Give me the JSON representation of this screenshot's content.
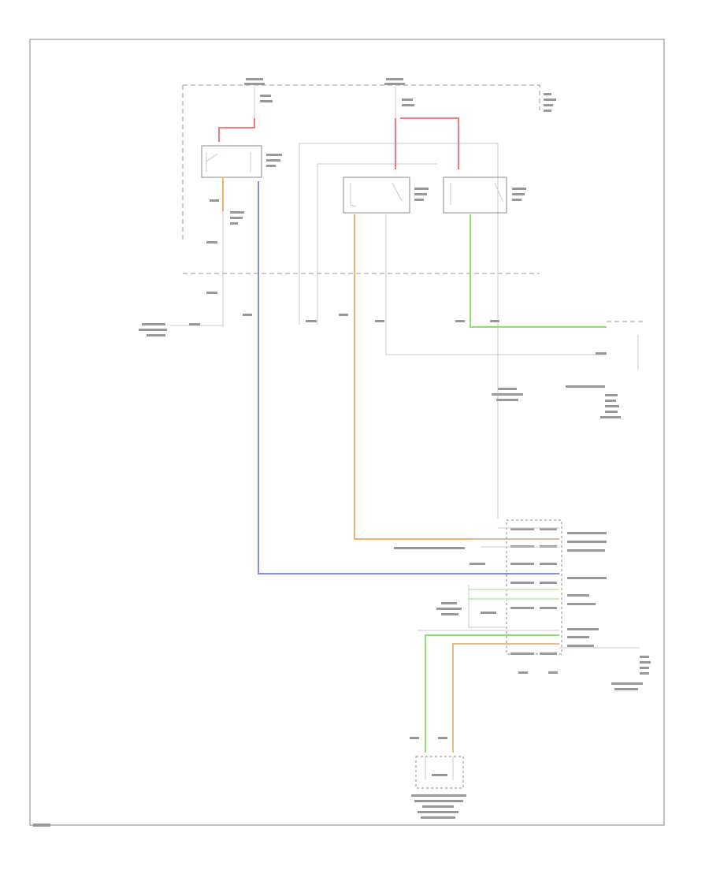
{
  "diagram": {
    "footer_code": "",
    "colors": {
      "red": "#f27a7a",
      "blue": "#8888ee",
      "orange": "#f5b070",
      "green": "#90e070",
      "tan": "#e0c080",
      "gray": "#c8c8c8"
    },
    "icons": [
      "ground-symbol",
      "relay-contact",
      "connector-pin"
    ]
  }
}
